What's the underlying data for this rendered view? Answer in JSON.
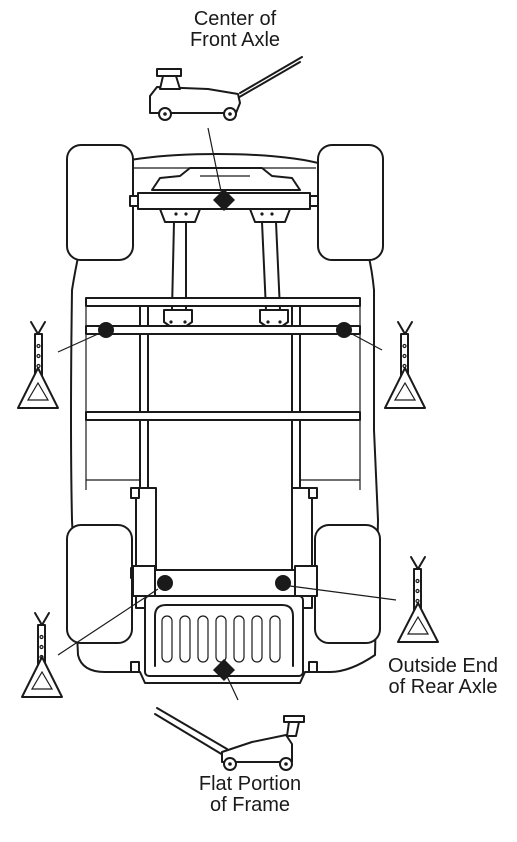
{
  "labels": {
    "center_front_axle": {
      "line1": "Center of",
      "line2": "Front Axle"
    },
    "outside_end_rear_axle": {
      "line1": "Outside End",
      "line2": "of Rear Axle"
    },
    "flat_portion_frame": {
      "line1": "Flat Portion",
      "line2": "of Frame"
    }
  },
  "colors": {
    "ink": "#1a1a1a",
    "background": "#ffffff"
  },
  "icons": [
    "floor-jack-icon",
    "jack-stand-icon",
    "lift-point-circle-icon",
    "lift-point-diamond-icon"
  ]
}
